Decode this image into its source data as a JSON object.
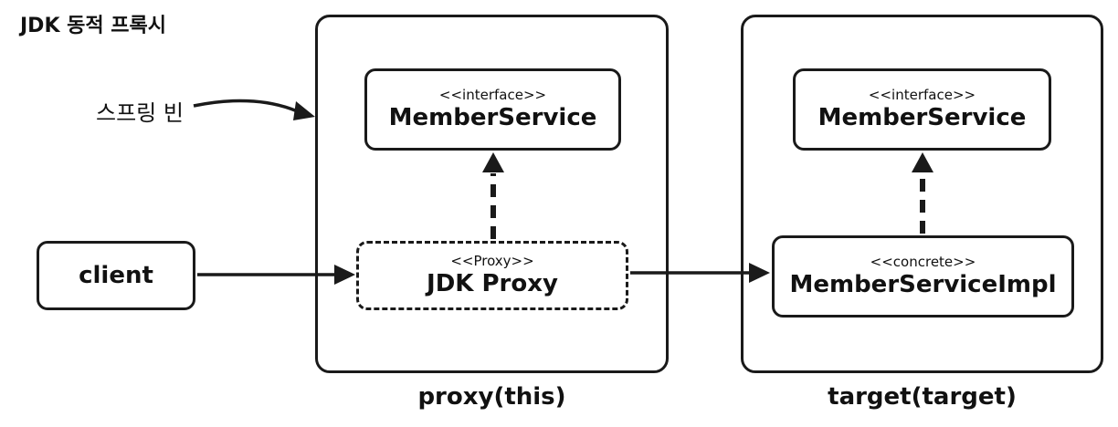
{
  "title": "JDK 동적 프록시",
  "spring_bean_label": "스프링 빈",
  "client": {
    "label": "client"
  },
  "proxy_container": {
    "caption": "proxy(this)",
    "interface_box": {
      "stereotype": "<<interface>>",
      "name": "MemberService"
    },
    "proxy_box": {
      "stereotype": "<<Proxy>>",
      "name": "JDK Proxy"
    }
  },
  "target_container": {
    "caption": "target(target)",
    "interface_box": {
      "stereotype": "<<interface>>",
      "name": "MemberService"
    },
    "impl_box": {
      "stereotype": "<<concrete>>",
      "name": "MemberServiceImpl"
    }
  }
}
